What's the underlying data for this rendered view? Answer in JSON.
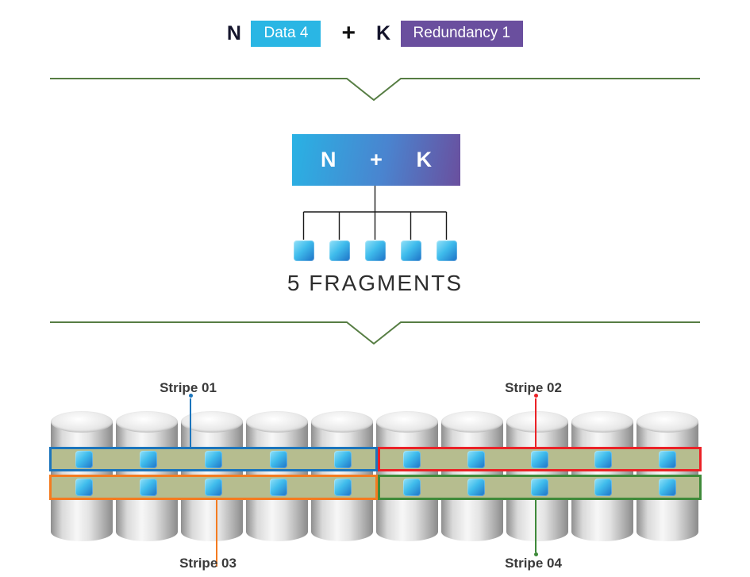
{
  "formula": {
    "n": "N",
    "data": "Data 4",
    "plus": "+",
    "k": "K",
    "redundancy": "Redundancy 1"
  },
  "combine": {
    "n": "N",
    "plus": "+",
    "k": "K"
  },
  "fragments": {
    "count": 5,
    "caption": "5 FRAGMENTS"
  },
  "disks": {
    "count": 10
  },
  "stripes": {
    "per_stripe_fragments": 5,
    "s1": {
      "label": "Stripe 01",
      "color": "#1c75bc"
    },
    "s2": {
      "label": "Stripe 02",
      "color": "#eb2227"
    },
    "s3": {
      "label": "Stripe 03",
      "color": "#f47b20"
    },
    "s4": {
      "label": "Stripe 04",
      "color": "#3f8a3a"
    }
  },
  "colors": {
    "data_box": "#2ab6e4",
    "redundancy_box": "#6a4f9e",
    "nk_gradient_start": "#29b2e4",
    "nk_gradient_end": "#6a4f9e",
    "chevron": "#567d43",
    "stripe_band": "#b6bd8f",
    "fragment_light": "#93e1f8",
    "fragment_dark": "#1d71c6"
  }
}
